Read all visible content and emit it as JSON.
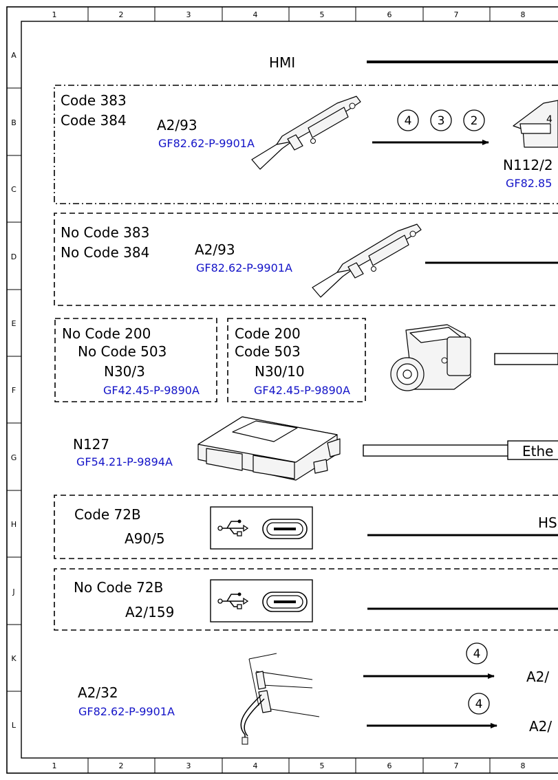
{
  "grid": {
    "columns": [
      "1",
      "2",
      "3",
      "4",
      "5",
      "6",
      "7",
      "8"
    ],
    "rows": [
      "A",
      "B",
      "C",
      "D",
      "E",
      "F",
      "G",
      "H",
      "J",
      "K",
      "L"
    ]
  },
  "header": {
    "hmi": "HMI"
  },
  "sec_b": {
    "code1": "Code 383",
    "code2": "Code 384",
    "component": "A2/93",
    "ref": "GF82.62-P-9901A",
    "circles": [
      "4",
      "3",
      "2"
    ],
    "target": "N112/2",
    "target_ref": "GF82.85"
  },
  "sec_d": {
    "code1": "No Code 383",
    "code2": "No Code 384",
    "component": "A2/93",
    "ref": "GF82.62-P-9901A"
  },
  "sec_e_left": {
    "code1": "No Code 200",
    "code2": "No Code 503",
    "component": "N30/3",
    "ref": "GF42.45-P-9890A"
  },
  "sec_e_right": {
    "code1": "Code 200",
    "code2": "Code 503",
    "component": "N30/10",
    "ref": "GF42.45-P-9890A"
  },
  "sec_g": {
    "component": "N127",
    "ref": "GF54.21-P-9894A",
    "bus": "Ethe"
  },
  "sec_h": {
    "code": "Code 72B",
    "component": "A90/5",
    "bus": "HS"
  },
  "sec_j": {
    "code": "No Code 72B",
    "component": "A2/159"
  },
  "sec_kl": {
    "component": "A2/32",
    "ref": "GF82.62-P-9901A",
    "circle_top": "4",
    "circle_bottom": "4",
    "target_top": "A2/",
    "target_bottom": "A2/"
  },
  "icons": [
    "usb-symbol-icon",
    "usb-c-port-icon"
  ]
}
